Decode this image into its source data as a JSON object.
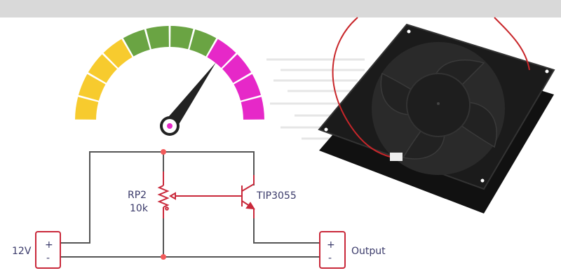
{
  "gauge": {
    "value_fraction": 0.7,
    "segments": [
      "yellow",
      "yellow",
      "yellow",
      "yellow",
      "green",
      "green",
      "green",
      "green",
      "magenta",
      "magenta",
      "magenta",
      "magenta"
    ],
    "colors": {
      "yellow": "#f7cb2e",
      "green": "#6aa443",
      "magenta": "#e628c8"
    }
  },
  "circuit": {
    "input": {
      "label": "12V",
      "plus": "+",
      "minus": "-"
    },
    "output": {
      "label": "Output",
      "plus": "+",
      "minus": "-"
    },
    "potentiometer": {
      "ref": "RP2",
      "value": "10k"
    },
    "transistor": {
      "ref": "TIP3055"
    },
    "colors": {
      "wire": "#555555",
      "component": "#c9283a",
      "junction": "#f25a5a",
      "text": "#3a3a6a"
    }
  },
  "fan": {
    "icon": "cooling-fan-image"
  }
}
